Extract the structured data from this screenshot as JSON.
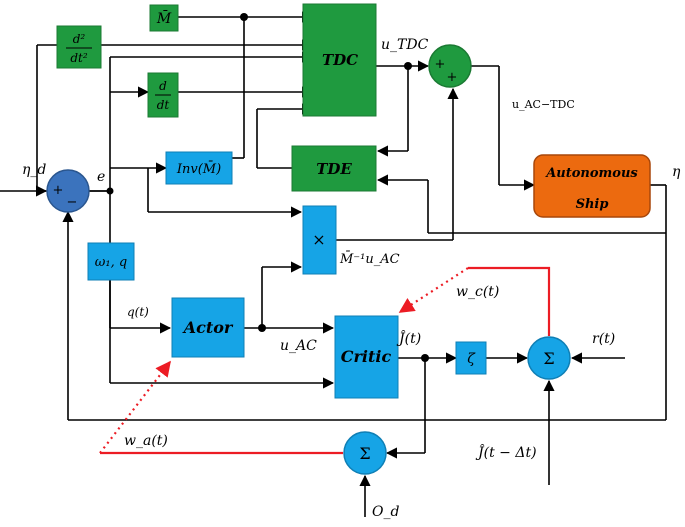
{
  "colors": {
    "green": "#1f9a3f",
    "blue": "#16a4e6",
    "orange": "#ec6a0f",
    "circle_blue": "#3b73bd",
    "red": "#ec1c24",
    "line": "#000000"
  },
  "blocks": {
    "tdc": "TDC",
    "tde": "TDE",
    "ship_line1": "Autonomous",
    "ship_line2": "Ship",
    "actor": "Actor",
    "critic": "Critic",
    "m_bar": "M̄",
    "d2_num": "d²",
    "d2_den": "dt²",
    "d_num": "d",
    "d_den": "dt",
    "inv": "Inv(M̄)",
    "times": "×",
    "omega_q": "ω₁, q",
    "zeta": "ζ",
    "sigma": "Σ"
  },
  "sum_signs": {
    "plus_top": "+",
    "plus_bottom": "+",
    "input_plus": "+",
    "input_minus": "−"
  },
  "labels": {
    "eta_d": "η_d",
    "e": "e",
    "u_tdc": "u_TDC",
    "u_ac_tdc": "u_AC−TDC",
    "eta": "η",
    "minv_uac": "M̄⁻¹u_AC",
    "w_c": "w_c(t)",
    "q_t": "q(t)",
    "u_ac": "u_AC",
    "j_hat": "Ĵ(t)",
    "r_t": "r(t)",
    "w_a": "w_a(t)",
    "j_delay": "Ĵ(t − Δt)",
    "o_d": "O_d"
  }
}
